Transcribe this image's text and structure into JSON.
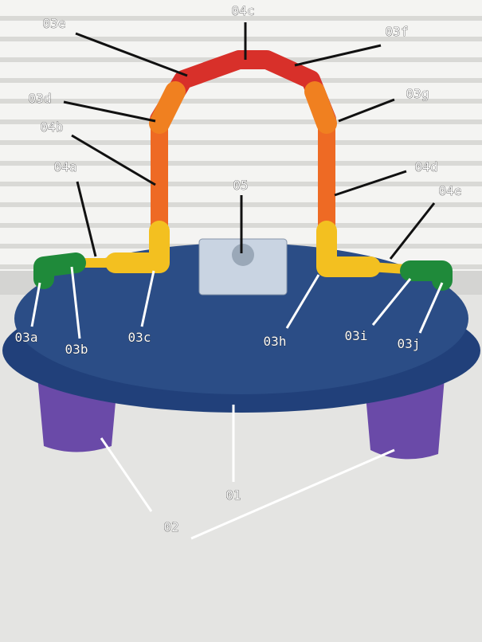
{
  "labels": {
    "l01": "01",
    "l02": "02",
    "l03a": "03a",
    "l03b": "03b",
    "l03c": "03c",
    "l03d": "03d",
    "l03e": "03e",
    "l03f": "03f",
    "l03g": "03g",
    "l03h": "03h",
    "l03i": "03i",
    "l03j": "03j",
    "l04a": "04a",
    "l04b": "04b",
    "l04c": "04c",
    "l04d": "04d",
    "l04e": "04e",
    "l05": "05"
  },
  "colors": {
    "table": "#2b4d86",
    "legs": "#6a4aa8",
    "red": "#d8302a",
    "orange": "#ee6a24",
    "yellow": "#f3c020",
    "green": "#1f8a3a"
  }
}
